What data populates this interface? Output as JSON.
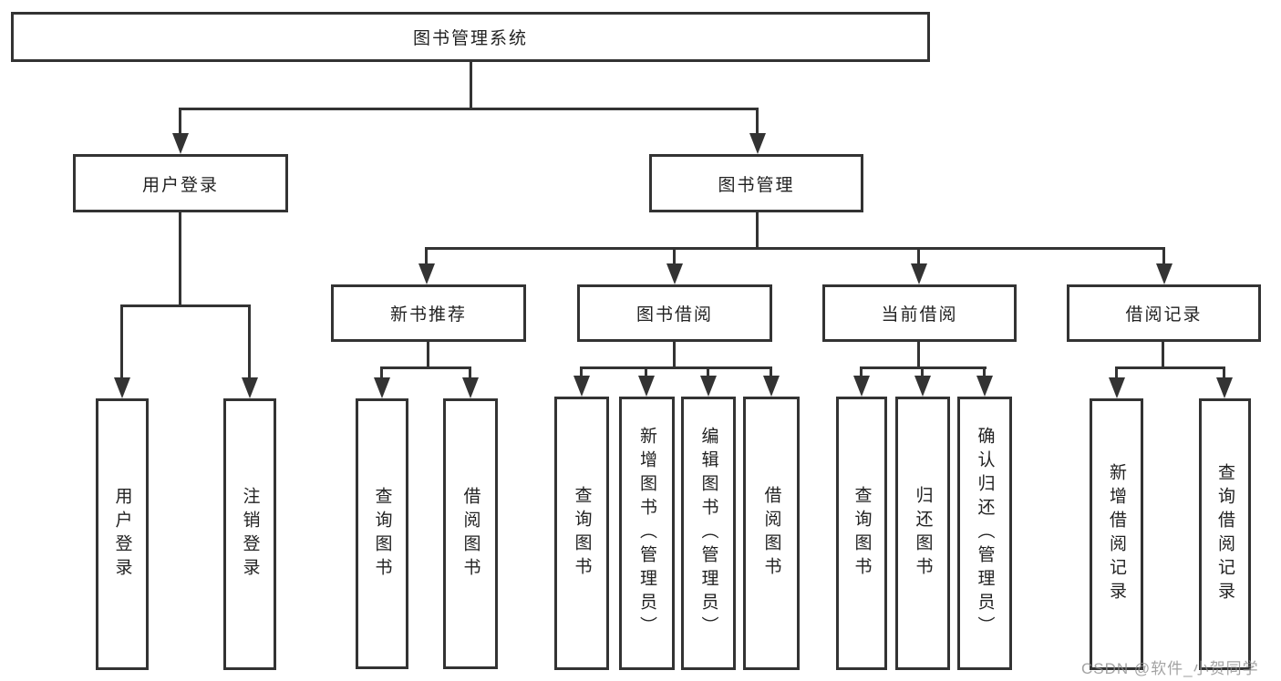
{
  "tree": {
    "root": "图书管理系统",
    "branches": [
      {
        "label": "用户登录",
        "children": [
          "用户登录",
          "注销登录"
        ]
      },
      {
        "label": "图书管理",
        "children": [
          {
            "label": "新书推荐",
            "children": [
              "查询图书",
              "借阅图书"
            ]
          },
          {
            "label": "图书借阅",
            "children": [
              "查询图书",
              "新增图书（管理员）",
              "编辑图书（管理员）",
              "借阅图书"
            ]
          },
          {
            "label": "当前借阅",
            "children": [
              "查询图书",
              "归还图书",
              "确认归还（管理员）"
            ]
          },
          {
            "label": "借阅记录",
            "children": [
              "新增借阅记录",
              "查询借阅记录"
            ]
          }
        ]
      }
    ]
  },
  "watermark": {
    "text": "CSDN @软件_小贺同学"
  },
  "colors": {
    "line": "#333333",
    "text": "#222222",
    "background": "#ffffff",
    "watermark": "#8c8c8c"
  }
}
